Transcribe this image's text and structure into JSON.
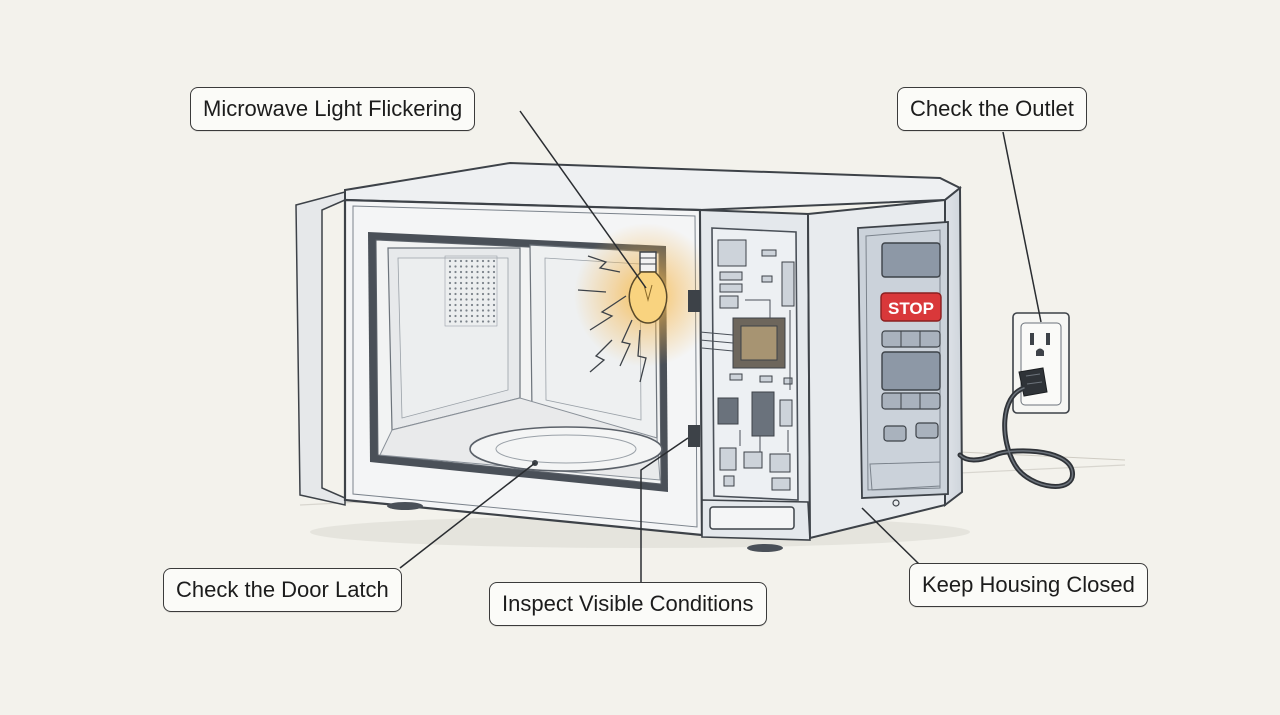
{
  "callouts": {
    "light_flickering": "Microwave Light Flickering",
    "check_outlet": "Check the Outlet",
    "door_latch": "Check the Door Latch",
    "inspect_conditions": "Inspect Visible Conditions",
    "keep_housing": "Keep Housing Closed"
  },
  "control_panel": {
    "stop_label": "STOP"
  },
  "colors": {
    "background": "#f3f2ec",
    "outline": "#3d4248",
    "body_fill": "#eceef0",
    "panel_fill": "#c9d1da",
    "display_fill": "#8b96a4",
    "stop_red": "#d9383a",
    "glow": "#f6b548"
  },
  "icons": [
    "light-bulb-icon",
    "circuit-board-icon",
    "power-plug-icon",
    "wall-outlet-icon"
  ]
}
